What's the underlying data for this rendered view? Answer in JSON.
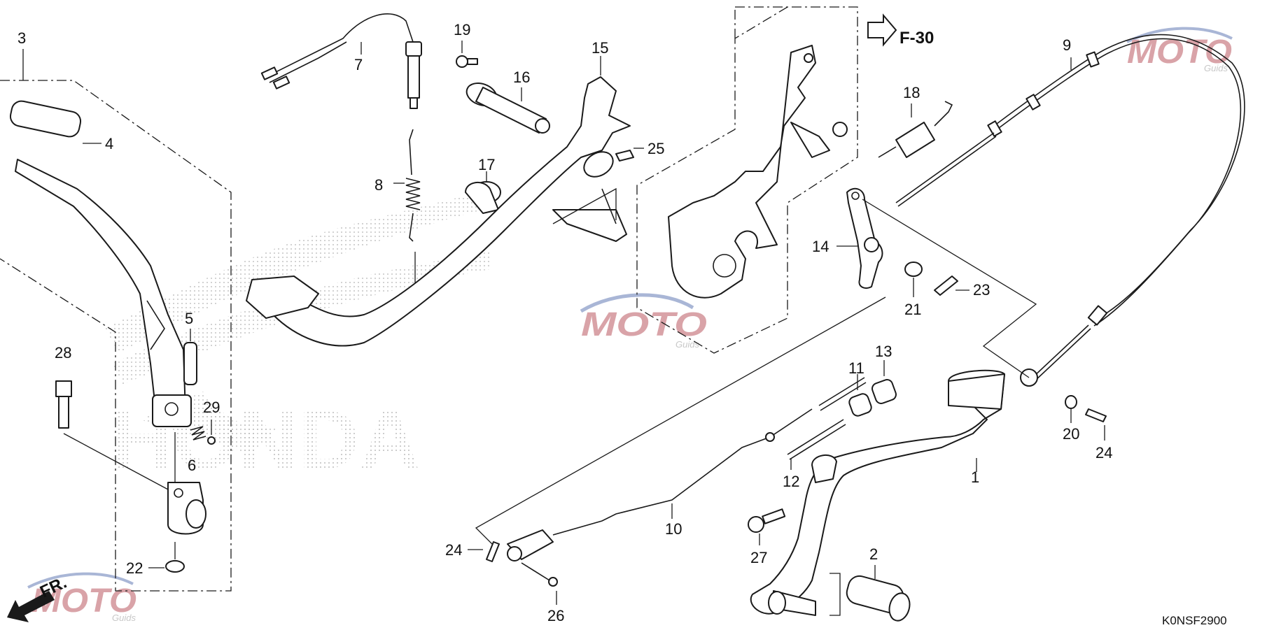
{
  "callouts": [
    "1",
    "2",
    "3",
    "4",
    "5",
    "6",
    "7",
    "8",
    "9",
    "10",
    "11",
    "12",
    "13",
    "14",
    "15",
    "16",
    "17",
    "18",
    "19",
    "20",
    "21",
    "22",
    "23",
    "24",
    "24",
    "25",
    "26",
    "27",
    "28",
    "29"
  ],
  "reference": {
    "label": "F-30"
  },
  "front_marker": {
    "label": "FR."
  },
  "diagram_code": "K0NSF2900",
  "watermark": {
    "brand": "MOTO",
    "sub": "Guids",
    "background_text": "HONDA"
  },
  "colors": {
    "line": "#1a1a1a",
    "watermark_red": "#d9a3a8",
    "watermark_blue": "#a9b6d6",
    "watermark_gray": "#c8c8c8"
  }
}
